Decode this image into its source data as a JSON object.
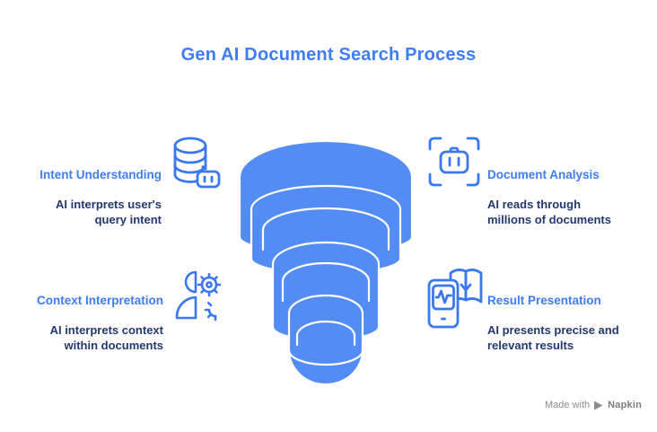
{
  "title": "Gen AI Document Search Process",
  "items": [
    {
      "label": "Intent Understanding",
      "description": "AI interprets user's\nquery intent",
      "icon": "database-ai-icon"
    },
    {
      "label": "Document Analysis",
      "description": "AI reads through\nmillions of documents",
      "icon": "robot-scan-icon"
    },
    {
      "label": "Context Interpretation",
      "description": "AI interprets context\nwithin documents",
      "icon": "person-gears-icon"
    },
    {
      "label": "Result Presentation",
      "description": "AI presents precise and\nrelevant results",
      "icon": "phone-book-icon"
    }
  ],
  "funnel": {
    "type": "stacked-funnel",
    "tiers": 4,
    "fill": "#538DF4",
    "stroke": "#FFFFFF"
  },
  "colors": {
    "accent": "#3E7DF4",
    "body_text": "#223870",
    "icon_stroke": "#3B78F0",
    "footer_text": "#8C8C8C"
  },
  "footer": {
    "made_with": "Made with",
    "brand": "Napkin"
  }
}
